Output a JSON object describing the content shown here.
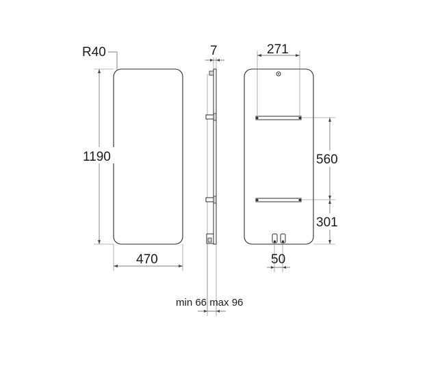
{
  "drawing": {
    "front_view": {
      "corner_radius_label": "R40",
      "height_label": "1190",
      "width_label": "470"
    },
    "side_view": {
      "thickness_label": "7",
      "wall_distance_label": "min 66 max 96"
    },
    "rear_view": {
      "bracket_spacing_label": "271",
      "rail_spacing_label": "560",
      "bottom_offset_label": "301",
      "connection_spacing_label": "50"
    }
  }
}
